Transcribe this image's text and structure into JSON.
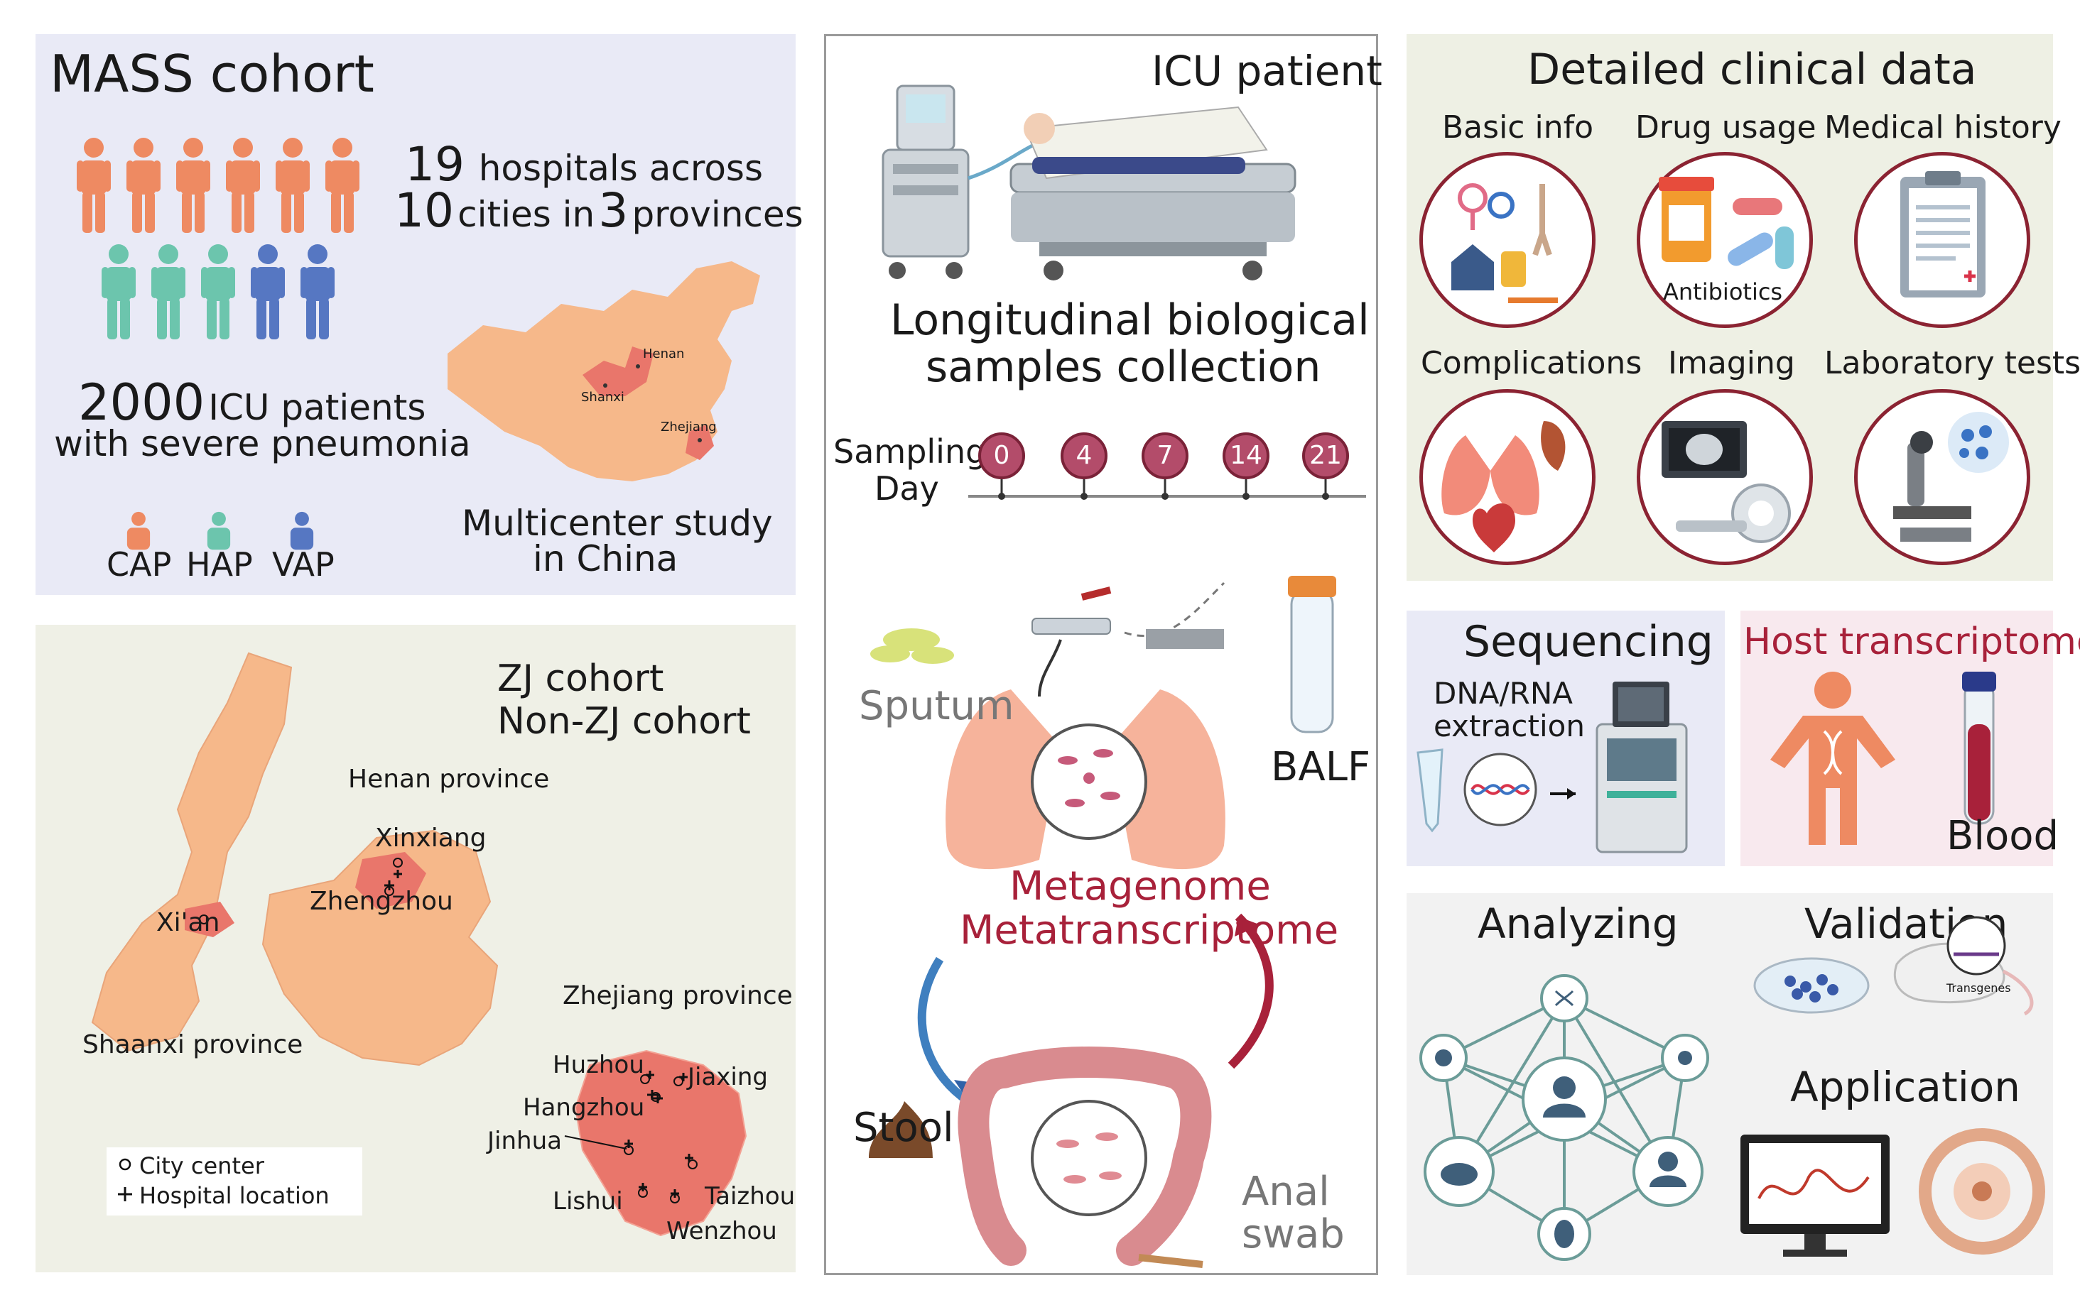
{
  "mass": {
    "title": "MASS cohort",
    "hospitals_num": "19",
    "hospitals_text": "hospitals across",
    "cities_num": "10",
    "cities_text": "cities in",
    "provinces_num": "3",
    "provinces_text": "provinces",
    "patients_num": "2000",
    "patients_text": "ICU patients",
    "patients_sub": "with severe pneumonia",
    "legend": [
      "CAP",
      "HAP",
      "VAP"
    ],
    "map_labels": [
      "Henan",
      "Shanxi",
      "Zhejiang"
    ],
    "study_line1": "Multicenter study",
    "study_line2": "in China"
  },
  "zj": {
    "title1": "ZJ cohort",
    "title2": "Non-ZJ cohort",
    "henan_province": "Henan province",
    "shaanxi_province": "Shaanxi province",
    "zhejiang_province": "Zhejiang province",
    "cities": [
      "Xinxiang",
      "Zhengzhou",
      "Xi'an",
      "Huzhou",
      "Jiaxing",
      "Hangzhou",
      "Jinhua",
      "Lishui",
      "Taizhou",
      "Wenzhou"
    ],
    "legend_city": "City center",
    "legend_hospital": "Hospital location"
  },
  "icu": {
    "title": "ICU patient",
    "long_line1": "Longitudinal biological",
    "long_line2": "samples collection",
    "sampling_line1": "Sampling",
    "sampling_line2": "Day",
    "days": [
      "0",
      "4",
      "7",
      "14",
      "21"
    ],
    "balf_tag": "BALF",
    "sputum": "Sputum",
    "balf": "BALF",
    "meta1": "Metagenome",
    "meta2": "Metatranscriptome",
    "stool": "Stool",
    "anal1": "Anal",
    "anal2": "swab"
  },
  "clinical": {
    "title": "Detailed clinical data",
    "items": [
      "Basic info",
      "Drug usage",
      "Medical history",
      "Complications",
      "Imaging",
      "Laboratory tests"
    ],
    "antibiotics": "Antibiotics"
  },
  "sequencing": {
    "title": "Sequencing",
    "sub1": "DNA/RNA",
    "sub2": "extraction"
  },
  "host": {
    "title": "Host transcriptome",
    "blood": "Blood"
  },
  "analysis": {
    "analyzing": "Analyzing",
    "validation": "Validation",
    "transgenes": "Transgenes",
    "application": "Application"
  },
  "colors": {
    "cap": "#ee8a62",
    "hap": "#6cc5ad",
    "vap": "#5677c2",
    "accent_red": "#8b2332",
    "meta_red": "#a8213a",
    "map_orange": "#f6b88a",
    "map_highlight": "#e9766b"
  }
}
